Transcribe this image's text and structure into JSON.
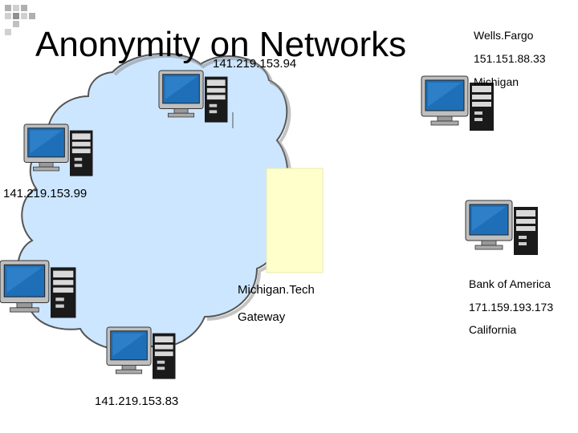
{
  "title": "Anonymity on Networks",
  "cloud_hosts": [
    {
      "ip": "141.219.153.94"
    },
    {
      "ip": "141.219.153.99"
    },
    {
      "ip": "141.219.153.83"
    }
  ],
  "gateway": {
    "line1": "Michigan.Tech",
    "line2": "Gateway"
  },
  "remote_hosts": [
    {
      "name": "Wells.Fargo",
      "ip": "151.151.88.33",
      "location": "Michigan"
    },
    {
      "name": "Bank of America",
      "ip": "171.159.193.173",
      "location": "California"
    }
  ],
  "colors": {
    "cloud_fill": "#cce6ff",
    "cloud_stroke": "#555555",
    "gateway_fill": "#ffffcc",
    "title_squares": "#aaaaaa",
    "monitor_screen": "#1e6fb8"
  }
}
